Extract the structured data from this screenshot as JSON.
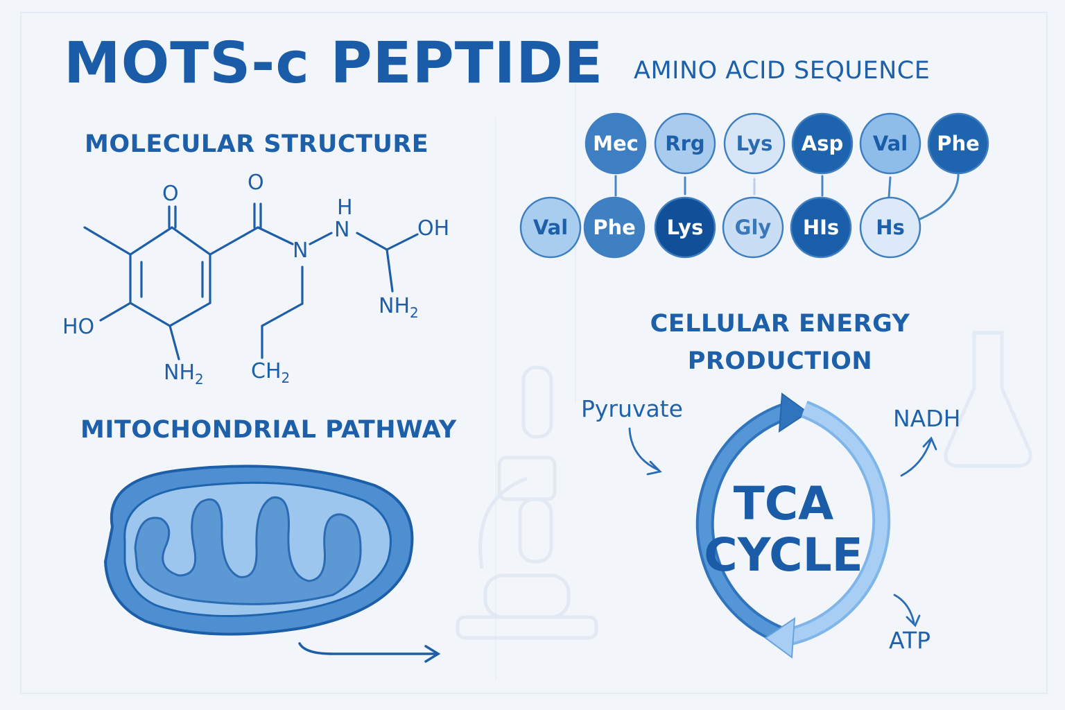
{
  "title": "MOTS-c PEPTIDE",
  "sections": {
    "molecular": "MOLECULAR STRUCTURE",
    "amino": "AMINO ACID SEQUENCE",
    "mitochondrial": "MITOCHONDRIAL PATHWAY",
    "energy_line1": "CELLULAR ENERGY",
    "energy_line2": "PRODUCTION"
  },
  "molecule": {
    "o_left": "O",
    "o_right": "O",
    "h_top": "H",
    "n_amine": "N",
    "n_center": "N",
    "oh": "OH",
    "ho": "HO",
    "nh2_bottom": "NH",
    "nh2_bottom_sub": "2",
    "ch2": "CH",
    "ch2_sub": "2",
    "nh2_right": "NH",
    "nh2_right_sub": "2"
  },
  "amino_sequence": {
    "top_row": [
      {
        "label": "Mec",
        "color": "#3d7fc2",
        "text_color": "#ffffff"
      },
      {
        "label": "Rrg",
        "color": "#a9cbee",
        "text_color": "#1d5fa8"
      },
      {
        "label": "Lys",
        "color": "#d6e6f7",
        "text_color": "#2a6bb3"
      },
      {
        "label": "Asp",
        "color": "#1e63ad",
        "text_color": "#ffffff"
      },
      {
        "label": "Val",
        "color": "#8ebde9",
        "text_color": "#1a5ca7"
      },
      {
        "label": "Phe",
        "color": "#1f64ae",
        "text_color": "#ffffff"
      }
    ],
    "bottom_row": [
      {
        "label": "Val",
        "color": "#a9cdef",
        "text_color": "#1d5fa8"
      },
      {
        "label": "Phe",
        "color": "#3f80c2",
        "text_color": "#ffffff"
      },
      {
        "label": "Lys",
        "color": "#114f98",
        "text_color": "#ffffff"
      },
      {
        "label": "Gly",
        "color": "#c9def4",
        "text_color": "#3a78ba"
      },
      {
        "label": "HIs",
        "color": "#1a5da8",
        "text_color": "#ffffff"
      },
      {
        "label": "Hs",
        "color": "#dbe9f8",
        "text_color": "#1d5fa8"
      }
    ]
  },
  "tca": {
    "line1": "TCA",
    "line2": "CYCLE",
    "inputs": [
      "Pyruvate"
    ],
    "outputs": [
      "NADH",
      "ATP"
    ]
  },
  "colors": {
    "primary": "#1a5ca7",
    "light": "#a9cdef",
    "background": "#f2f6fb"
  }
}
